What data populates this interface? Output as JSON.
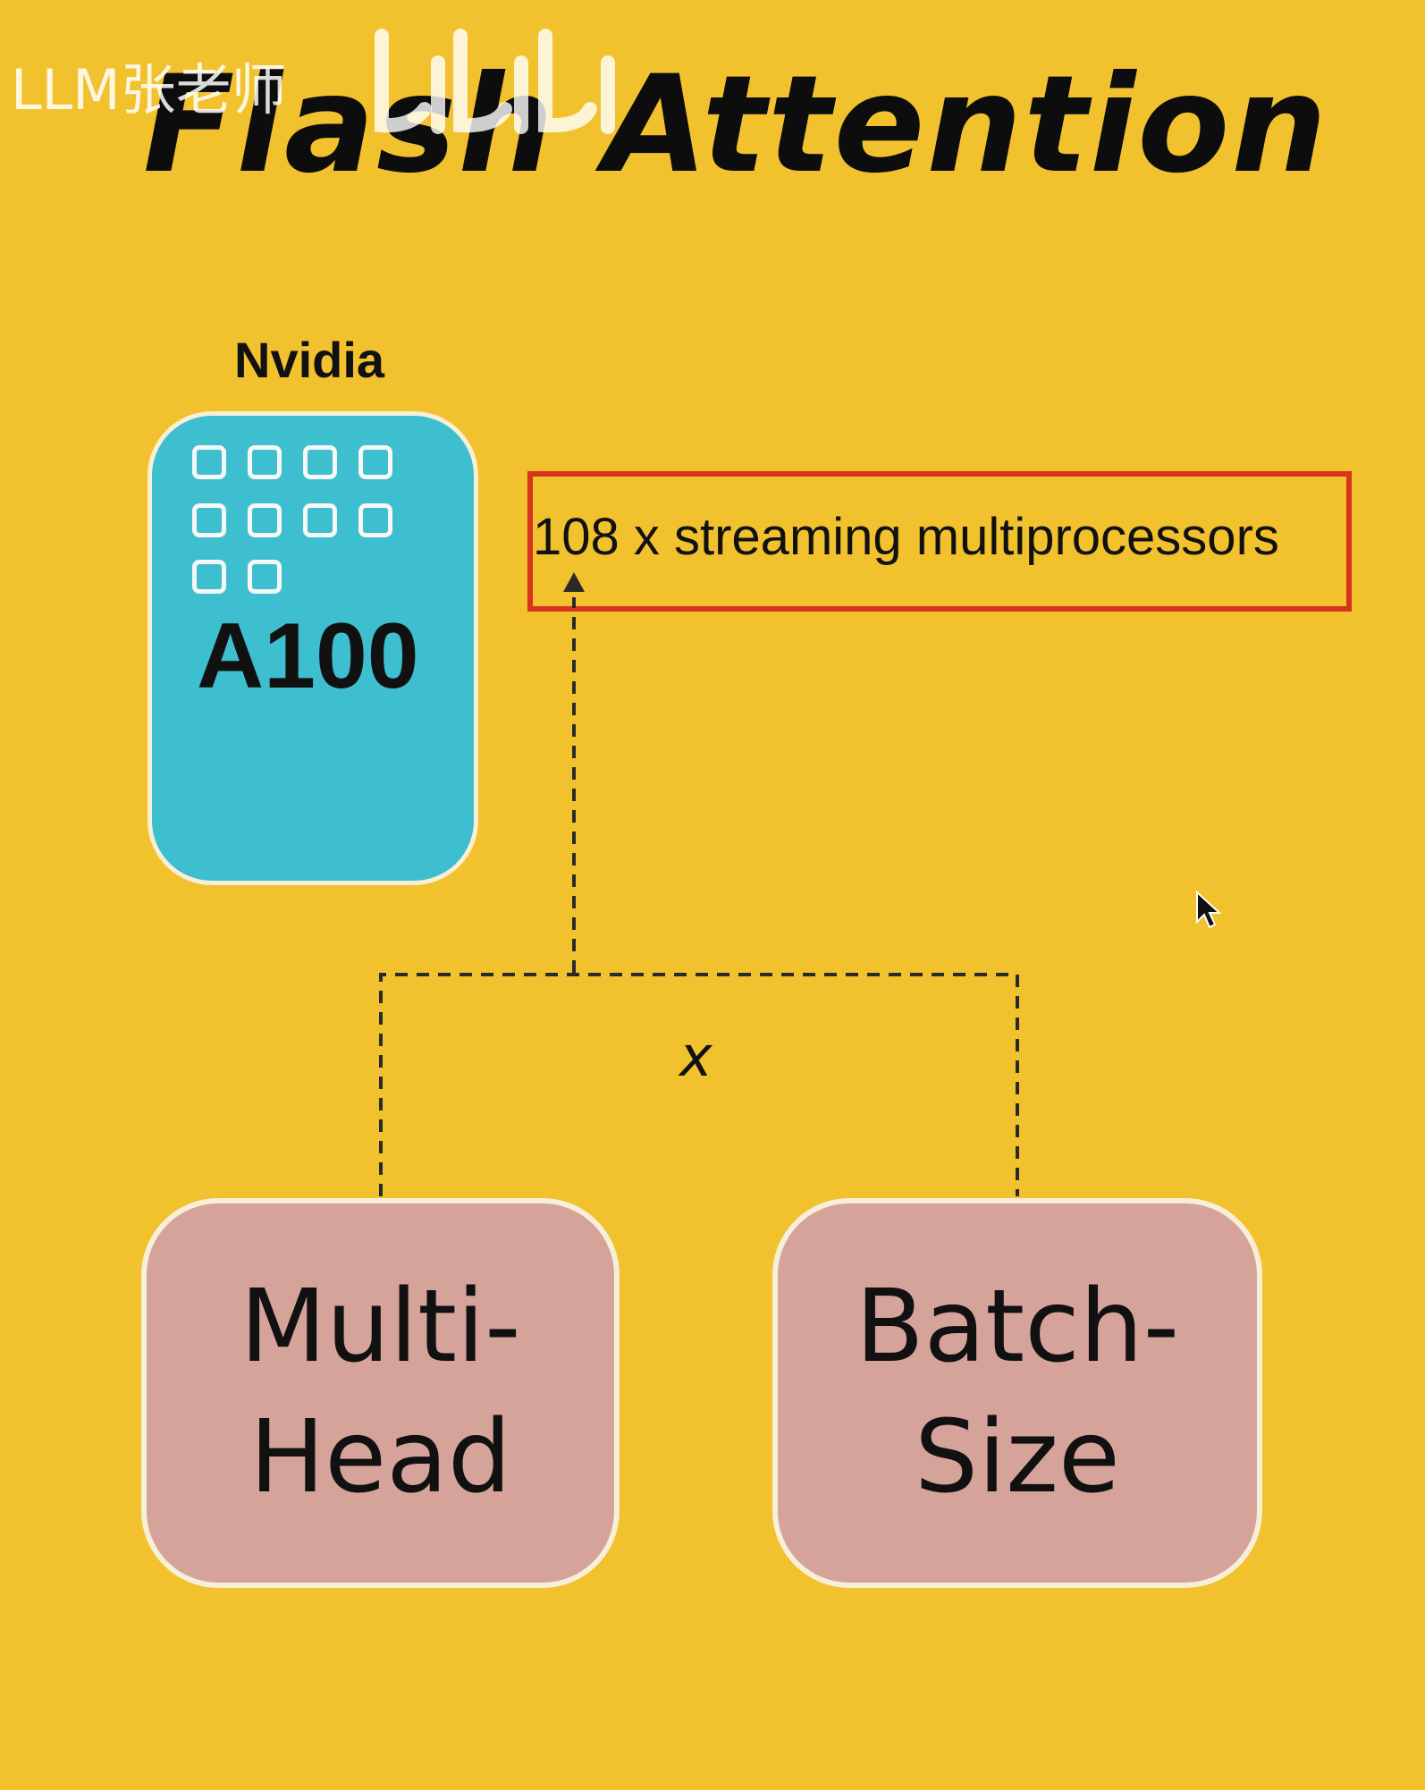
{
  "title": "Flash Attention",
  "watermark": "LLM张老师",
  "logo": "bilibili",
  "gpu": {
    "vendor": "Nvidia",
    "model": "A100",
    "card_color": "#3EBFCF"
  },
  "callout": {
    "text": "108 x streaming multiprocessors",
    "border_color": "#D6341F"
  },
  "operator": "x",
  "factors": [
    {
      "label": "Multi-\nHead"
    },
    {
      "label": "Batch-\nSize"
    }
  ],
  "colors": {
    "background": "#F2C12E",
    "factor_box": "#D6A39A"
  },
  "icons": [
    "processor-cell-icon",
    "arrow-up-icon",
    "mouse-cursor-icon"
  ]
}
